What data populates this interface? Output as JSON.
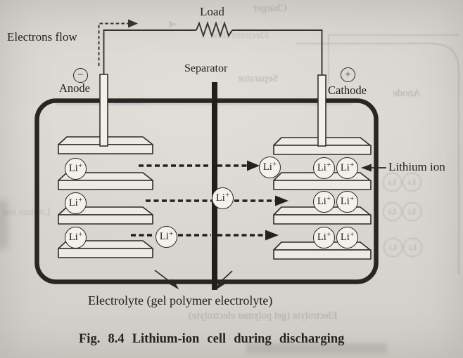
{
  "page": {
    "caption": "Fig. 8.4 Lithium-ion cell during discharging"
  },
  "figure": {
    "labels": {
      "load": "Load",
      "electrons_flow": "Electrons flow",
      "separator": "Separator",
      "anode": "Anode",
      "cathode": "Cathode",
      "lithium_ion": "Lithium ion",
      "electrolyte": "Electrolyte (gel polymer electrolyte)"
    },
    "terminals": {
      "anode_sign": "−",
      "cathode_sign": "+"
    },
    "ion": {
      "symbol": "Li",
      "charge": "+"
    },
    "structure": {
      "anode_plate_count": 4,
      "cathode_plate_count": 4,
      "ion_circle_count": 12
    },
    "colors": {
      "ink": "#29251f",
      "paper": "#dad7d2",
      "plate_fill": "#eceae5"
    },
    "bleed_through": {
      "charger": "Charger",
      "electrons_flow": "Electrons flow",
      "separator": "Separator",
      "anode": "Anode",
      "cathode": "Cathode",
      "electrolyte": "Electrolyte (gel polymer electrolyte)",
      "ion_symbol": "Li"
    }
  }
}
